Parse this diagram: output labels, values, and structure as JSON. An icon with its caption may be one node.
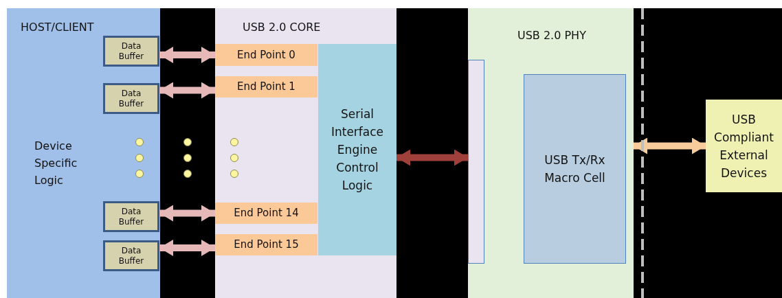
{
  "diagram": {
    "nodes": [
      {
        "text": [
          "HOST/CLIENT",
          "Device Specific Logic"
        ]
      },
      {
        "text": [
          "Data Buffer"
        ],
        "in": 0
      },
      {
        "text": [
          "Data Buffer"
        ],
        "in": 0
      },
      {
        "text": [
          "Data Buffer"
        ],
        "in": 0
      },
      {
        "text": [
          "Data Buffer"
        ],
        "in": 0
      },
      {
        "text": [
          "USB 2.0 CORE"
        ]
      },
      {
        "text": [
          "End Point 0"
        ],
        "in": 5
      },
      {
        "text": [
          "End Point 1"
        ],
        "in": 5
      },
      {
        "text": [
          "End Point 14"
        ],
        "in": 5
      },
      {
        "text": [
          "End Point 15"
        ],
        "in": 5
      },
      {
        "text": [
          "Serial Interface Engine Control Logic"
        ],
        "in": 5
      },
      {
        "text": [
          "USB 2.0 PHY"
        ]
      },
      {
        "text": [],
        "shape": "box",
        "in": 11
      },
      {
        "text": [
          "USB Tx/Rx Macro Cell"
        ],
        "in": 11
      },
      {
        "text": [
          "USB Compliant External Devices"
        ]
      }
    ],
    "edges": [
      {
        "from": 1,
        "to": 6,
        "arrow": "both"
      },
      {
        "from": 2,
        "to": 7,
        "arrow": "both"
      },
      {
        "from": 3,
        "to": 8,
        "arrow": "both"
      },
      {
        "from": 4,
        "to": 9,
        "arrow": "both"
      },
      {
        "from": 10,
        "to": 12,
        "arrow": "both",
        "color": "#a0403a"
      },
      {
        "from": 11,
        "to": 14,
        "arrow": "both",
        "color": "#f8cb9c"
      }
    ]
  }
}
